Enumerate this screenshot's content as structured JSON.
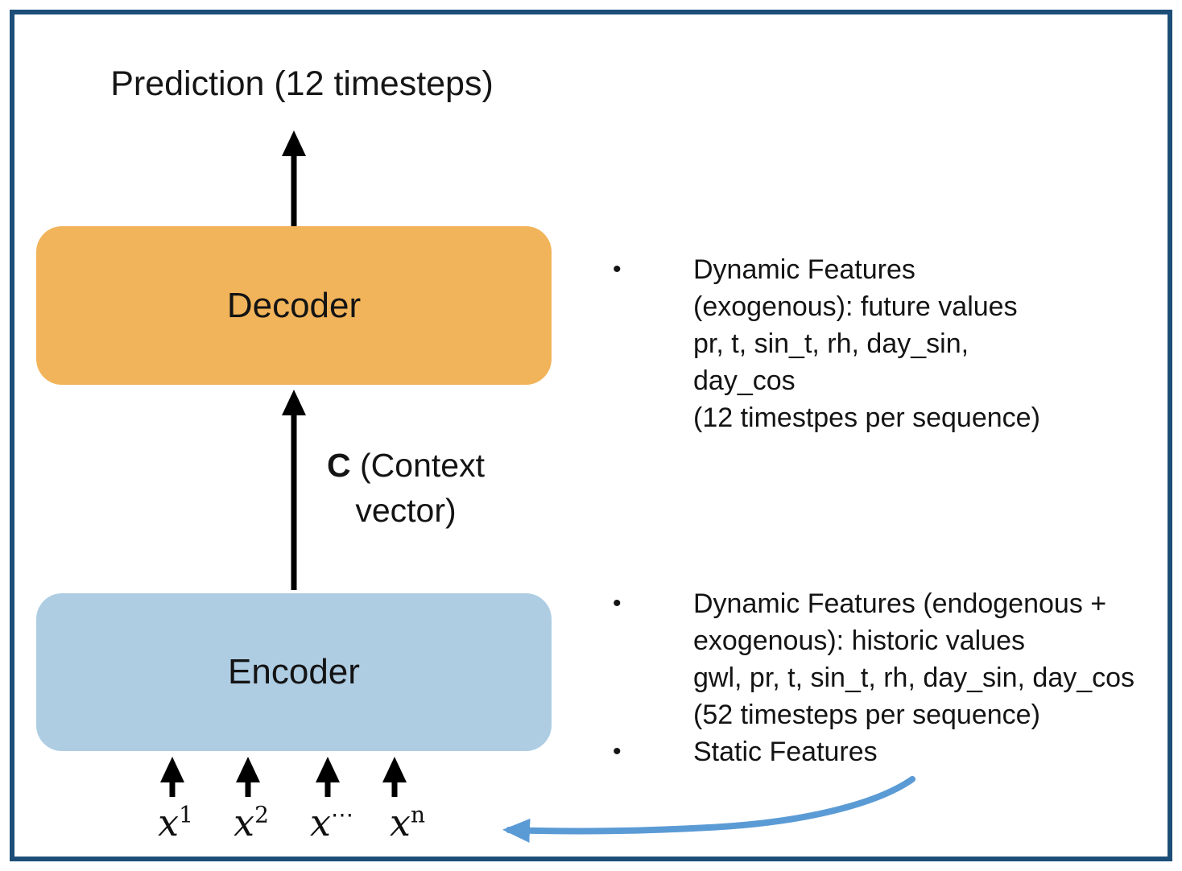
{
  "title": "Prediction (12 timesteps)",
  "decoder": {
    "label": "Decoder"
  },
  "encoder": {
    "label": "Encoder"
  },
  "context_label": {
    "c": "C",
    "rest": " (Context",
    "line2": "vector)"
  },
  "inputs": [
    {
      "base": "x",
      "sup": "1"
    },
    {
      "base": "x",
      "sup": "2"
    },
    {
      "base": "x",
      "sup": "⋯"
    },
    {
      "base": "x",
      "sup": "n"
    }
  ],
  "bullets_top": {
    "marker": "•",
    "lines": [
      "Dynamic Features",
      "(exogenous): future values",
      "pr, t, sin_t, rh, day_sin,",
      "day_cos",
      "(12 timestpes per sequence)"
    ]
  },
  "bullets_bottom": [
    {
      "marker": "•",
      "lines": [
        "Dynamic Features (endogenous +",
        "exogenous): historic values",
        "gwl, pr, t, sin_t, rh, day_sin, day_cos",
        "(52 timesteps per sequence)"
      ]
    },
    {
      "marker": "•",
      "lines": [
        "Static Features"
      ]
    }
  ],
  "icons": {
    "up_arrows": "up-arrow-icon",
    "curved_arrow": "curved-left-arrow-icon"
  },
  "colors": {
    "frame-border": "#1C4E78",
    "decoder-fill": "#F2B45A",
    "encoder-fill": "#AECDE3",
    "arrow-black": "#000000",
    "arrow-blue": "#5B9BD5"
  }
}
